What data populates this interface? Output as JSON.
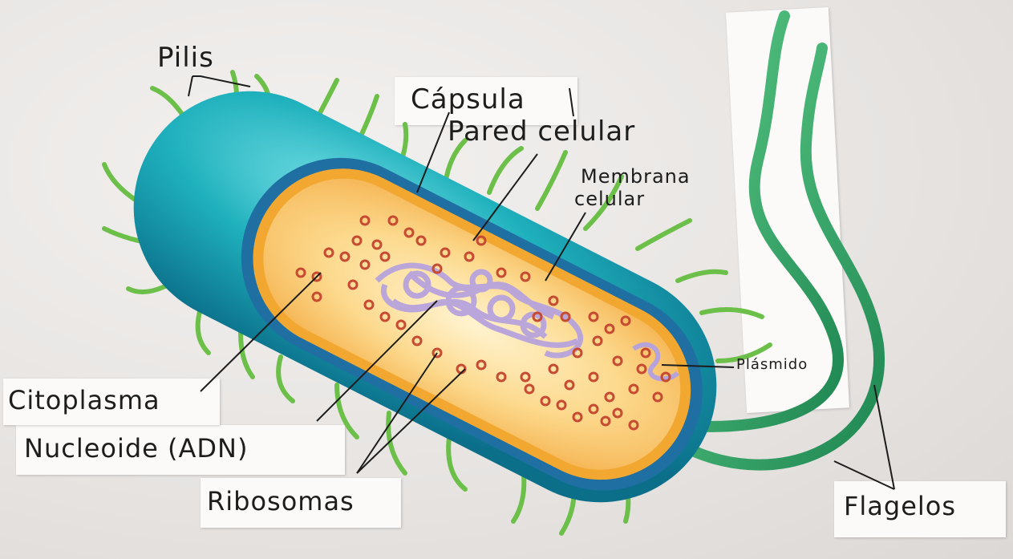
{
  "labels": {
    "pilis": "Pilis",
    "capsula": "Cápsula",
    "pared": "Pared celular",
    "membrana_l1": "Membrana",
    "membrana_l2": "celular",
    "citoplasma": "Citoplasma",
    "nucleoide": "Nucleoide (ADN)",
    "plasmido": "Plásmido",
    "ribosomas": "Ribosomas",
    "flagelos": "Flagelos"
  },
  "colors": {
    "capsule": "#1aa7b3",
    "cell_wall": "#1f6fa3",
    "membrane": "#f2a830",
    "cytoplasm": "#fbd88a",
    "dna": "#b7a3dc",
    "ribosome": "#c74a32",
    "pili": "#6cc04a",
    "flagella": "#2f9e63"
  },
  "icons": {
    "pili": "pili-icon",
    "flagella": "flagella-icon",
    "dna": "dna-coil-icon",
    "ribosome": "ribosome-dot-icon"
  }
}
